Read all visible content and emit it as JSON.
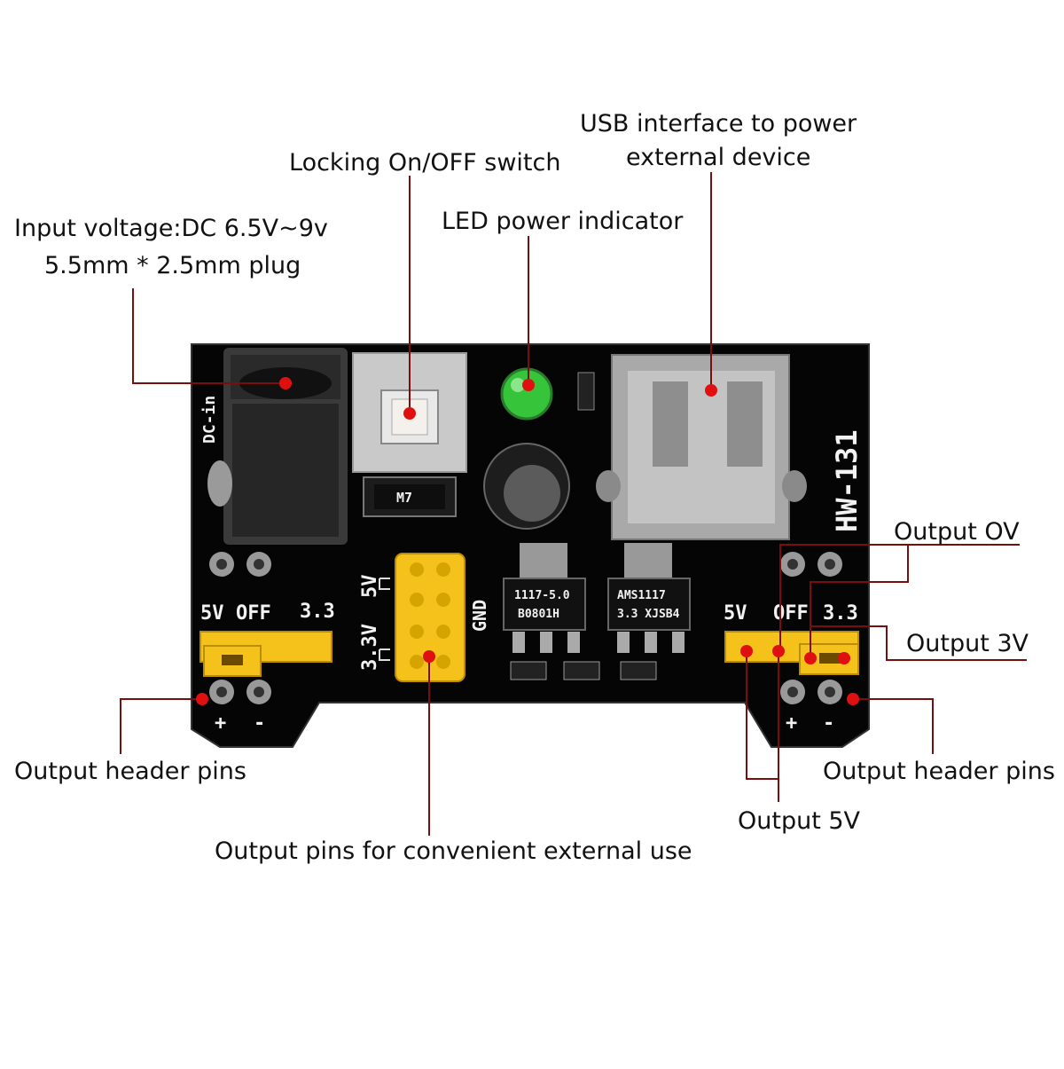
{
  "labels": {
    "input_voltage_line1": "Input voltage:DC 6.5V~9v",
    "input_voltage_line2": "5.5mm * 2.5mm plug",
    "locking_switch": "Locking On/OFF switch",
    "led_indicator": "LED power indicator",
    "usb_line1": "USB interface to power",
    "usb_line2": "external device",
    "output_0v": "Output OV",
    "output_3v": "Output 3V",
    "output_5v": "Output 5V",
    "output_header_left": "Output header pins",
    "output_header_right": "Output header pins",
    "output_pins": "Output pins for convenient external use"
  },
  "board": {
    "dc_in": "DC-in",
    "model": "HW-131",
    "left_5v": "5V",
    "left_off": "OFF",
    "left_33": "3.3",
    "right_5v": "5V",
    "right_off": "OFF",
    "right_33": "3.3",
    "pin_5v": "5V",
    "pin_33v": "3.3V",
    "gnd": "GND",
    "reg1_line1": "1117-5.0",
    "reg1_line2": "B0801H",
    "reg2_line1": "AMS1117",
    "reg2_line2": "3.3 XJSB4",
    "diode": "M7",
    "plus_left": "+",
    "minus_left": "-",
    "plus_right": "+",
    "minus_right": "-"
  },
  "colors": {
    "board": "#050505",
    "callout_line": "#7a0d0d",
    "callout_dot": "#e01010",
    "jumper": "#f4c21a",
    "led": "#36c43a"
  }
}
